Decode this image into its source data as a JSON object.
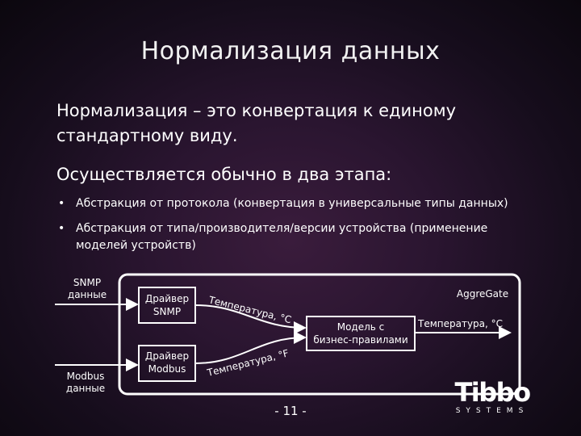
{
  "slide": {
    "title": "Нормализация данных",
    "intro": "Нормализация – это конвертация к единому стандартному виду.",
    "subheading": "Осуществляется обычно в два этапа:",
    "bullets": [
      "Абстракция от протокола (конвертация в универсальные типы данных)",
      "Абстракция от типа/производителя/версии устройства (применение моделей устройств)"
    ],
    "bullet_symbol": "•",
    "page_number": "- 11 -"
  },
  "diagram": {
    "snmp_source_line1": "SNMP",
    "snmp_source_line2": "данные",
    "modbus_source_line1": "Modbus",
    "modbus_source_line2": "данные",
    "system_label": "AggreGate",
    "driver_snmp_line1": "Драйвер",
    "driver_snmp_line2": "SNMP",
    "driver_modbus_line1": "Драйвер",
    "driver_modbus_line2": "Modbus",
    "model_line1": "Модель с",
    "model_line2": "бизнес-правилами",
    "temp_celsius_label": "Температура, °C",
    "temp_fahrenheit_label": "Температура, °F",
    "output_label": "Температура, °C"
  },
  "logo": {
    "brand": "Tibbo",
    "tagline": "SYSTEMS"
  },
  "colors": {
    "background": "#2a1530",
    "text": "#ffffff",
    "line": "#ffffff"
  }
}
